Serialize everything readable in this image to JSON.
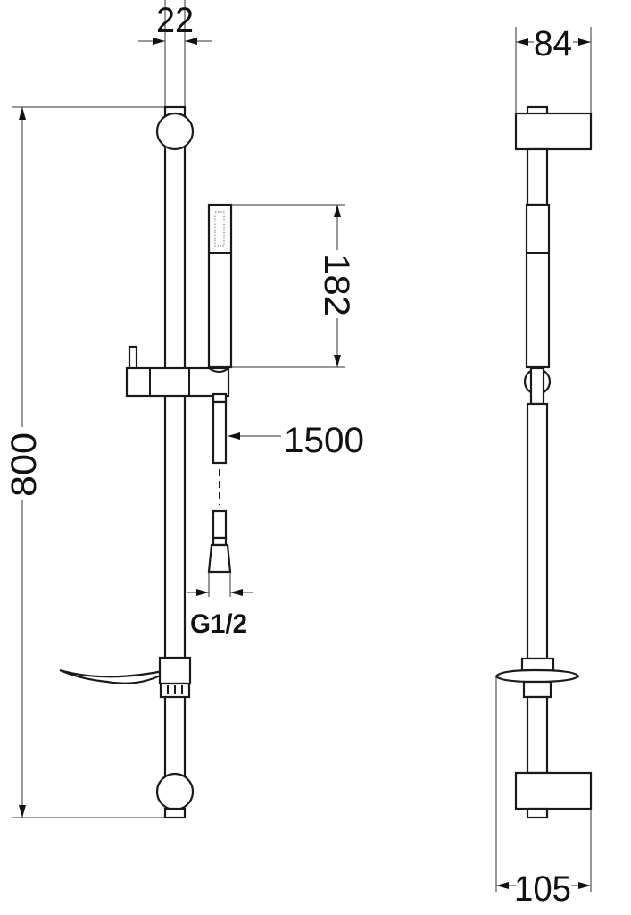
{
  "dimensions": {
    "rail_diameter": "22",
    "rail_height": "800",
    "handshower_length": "182",
    "hose_length": "1500",
    "hose_thread": "G1/2",
    "bracket_depth": "84",
    "soap_dish_depth": "105"
  },
  "colors": {
    "line": "#1a1a1a",
    "background": "#ffffff"
  }
}
